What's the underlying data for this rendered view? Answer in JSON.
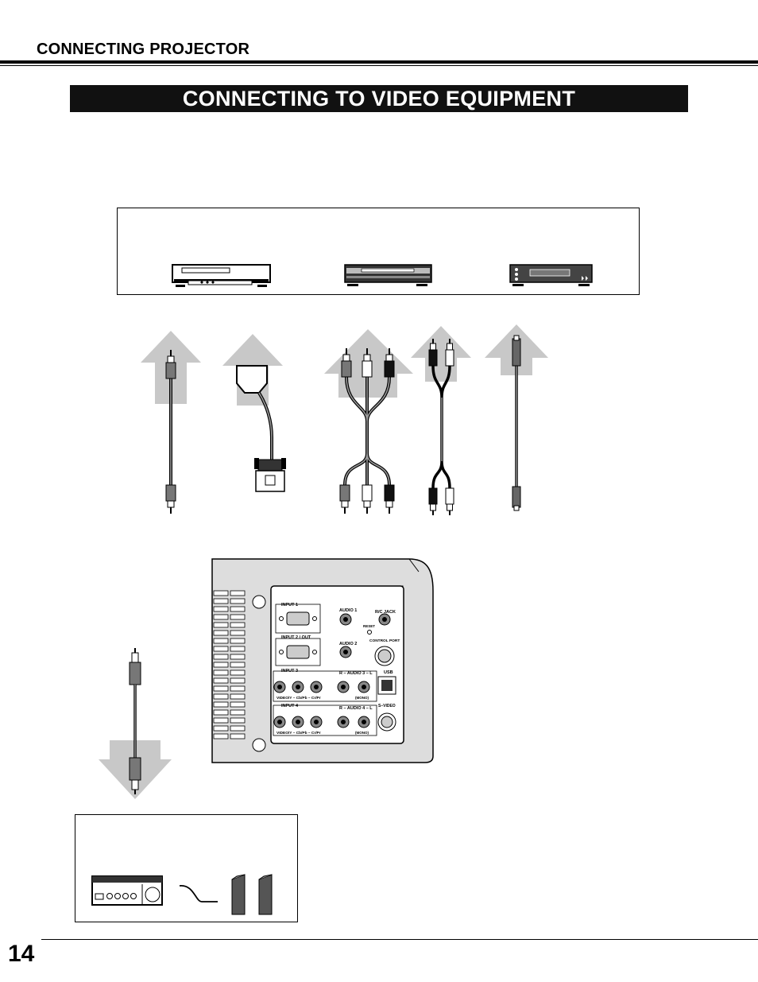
{
  "header": {
    "section": "CONNECTING PROJECTOR"
  },
  "title": "CONNECTING TO VIDEO EQUIPMENT",
  "page_number": "14",
  "projector_panel": {
    "labels": {
      "input1": "INPUT 1",
      "audio1": "AUDIO 1",
      "rc_jack": "R/C JACK",
      "reset": "RESET",
      "input2": "INPUT 2 / OUT",
      "audio2": "AUDIO 2",
      "control_port": "CONTROL PORT",
      "input3": "INPUT 3",
      "r_audio3": "R – AUDIO 3 – L",
      "usb": "USB",
      "video_row3": "VIDEO/Y – Cb/Pb – Cr/Pr",
      "mono3": "(MONO)",
      "input4": "INPUT 4",
      "r_audio4": "R – AUDIO 4 – L",
      "s_video": "S–VIDEO",
      "video_row4": "VIDEO/Y – Cb/Pb – Cr/Pr",
      "mono4": "(MONO)"
    }
  },
  "colors": {
    "title_bar": "#111111",
    "arrow_gray": "#c8c8c8",
    "panel_gray": "#d9d9d9"
  },
  "icons": [
    "vcr-icon",
    "video-disc-player-icon",
    "dvd-player-icon",
    "audio-amplifier-icon",
    "speaker-icon"
  ]
}
